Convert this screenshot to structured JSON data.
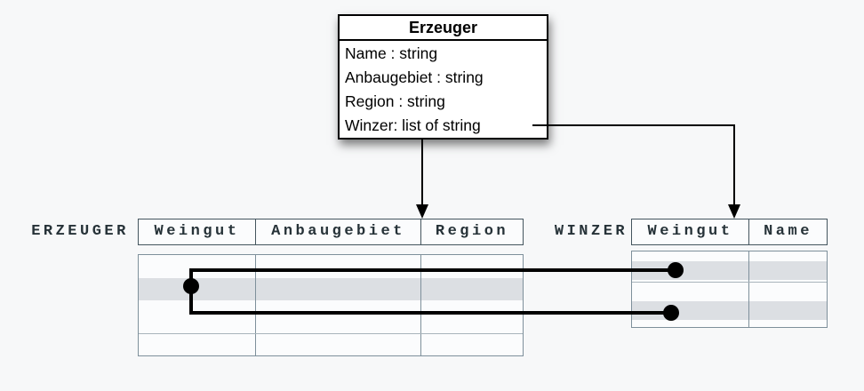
{
  "class_box": {
    "title": "Erzeuger",
    "attributes": [
      "Name : string",
      "Anbaugebiet : string",
      "Region : string",
      "Winzer: list of string"
    ]
  },
  "erzeuger_table": {
    "label": "ERZEUGER",
    "columns": [
      "Weingut",
      "Anbaugebiet",
      "Region"
    ]
  },
  "winzer_table": {
    "label": "WINZER",
    "columns": [
      "Weingut",
      "Name"
    ]
  },
  "colors": {
    "background": "#f7f8f9",
    "table_text": "#263238",
    "row_highlight": "#dcdfe3",
    "table_border_dark": "#44555e",
    "table_border_light": "#7e909b",
    "connector": "#000000"
  }
}
